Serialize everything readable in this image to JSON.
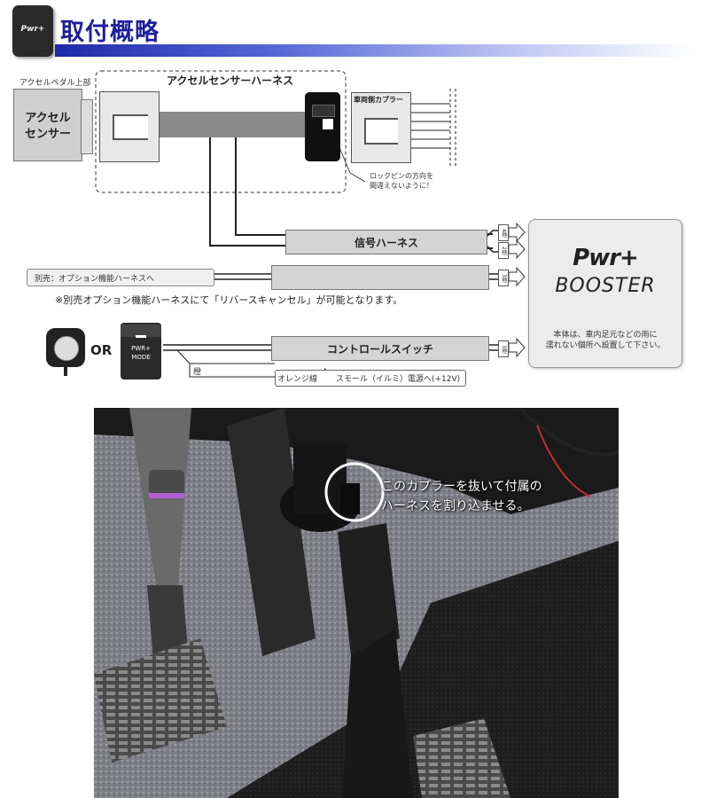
{
  "header": {
    "title": "取付概略",
    "icon_label": "Pwr+"
  },
  "diagram": {
    "accel_pedal_top": "アクセルペダル上部",
    "accel_sensor": "アクセル\nセンサー",
    "accel_sensor_line1": "アクセル",
    "accel_sensor_line2": "センサー",
    "harness_title": "アクセルセンサーハーネス",
    "vehicle_coupler": "車両側カプラー",
    "lock_pin_note_1": "ロックピンの方向を",
    "lock_pin_note_2": "間違えないように！",
    "signal_harness": "信号ハーネス",
    "pin_4": "4極",
    "pin_2": "2極",
    "pin_3a": "3極",
    "pin_3b": "3極",
    "option_harness": "別売：オプション機能ハーネスへ",
    "option_note": "※別売オプション機能ハーネスにて「リバースキャンセル」が可能となります。",
    "or": "OR",
    "pwr_mode_line1": "PWR+",
    "pwr_mode_line2": "MODE",
    "control_switch": "コントロールスイッチ",
    "orange_label": "橙",
    "orange_wire": "オレンジ線",
    "small_illumi": "スモール（イルミ）電源へ(+12V)",
    "booster_logo_top": "Pwr+",
    "booster_logo_bottom": "BOOSTER",
    "booster_note_1": "本体は、車内足元などの雨に",
    "booster_note_2": "濡れない個所へ設置して下さい。"
  },
  "photo": {
    "callout_line1": "このカプラーを抜いて付属の",
    "callout_line2": "ハーネスを割り込ませる。"
  },
  "colors": {
    "title_blue": "#1c1f9c",
    "harness_gray": "#8a8a8a",
    "box_gray": "#d4d4d4"
  }
}
